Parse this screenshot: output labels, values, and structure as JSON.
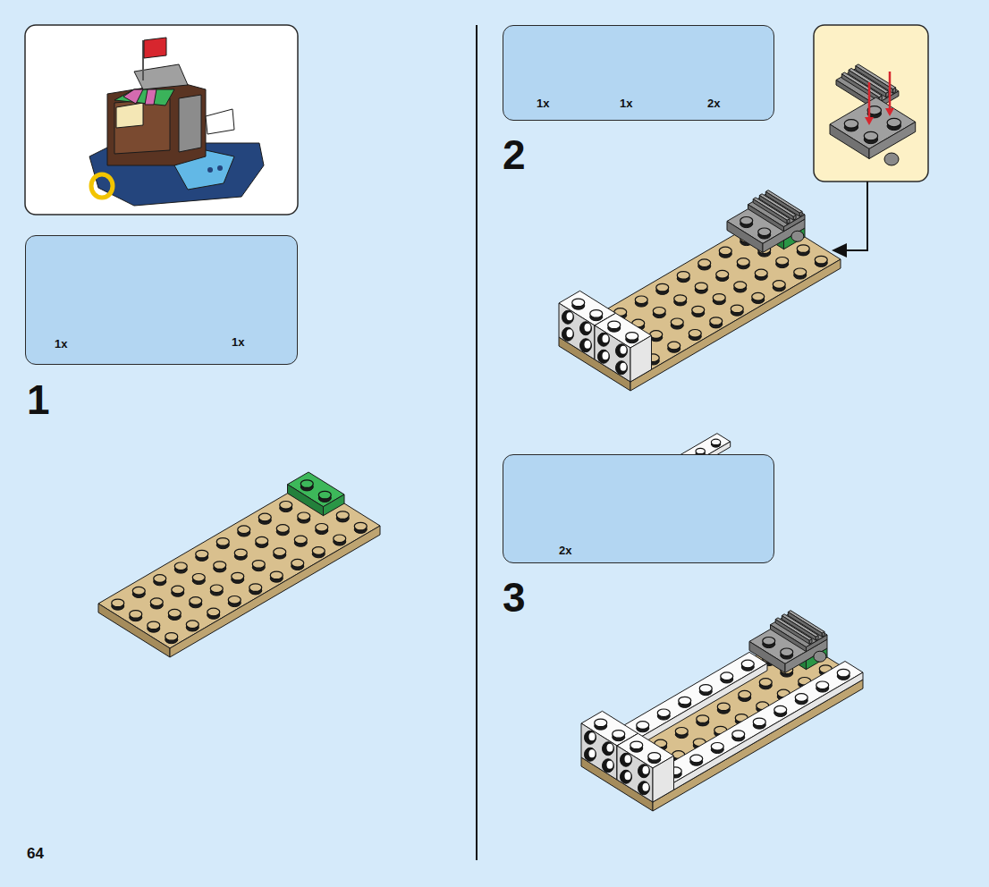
{
  "diagram": {
    "nodes": [
      {
        "text": [
          "1x",
          "1x"
        ]
      },
      {
        "text": [
          "1x",
          "1x",
          "2x"
        ]
      },
      {
        "text": [
          "2x"
        ]
      }
    ],
    "labels": [
      "1",
      "2",
      "3",
      "64"
    ]
  }
}
